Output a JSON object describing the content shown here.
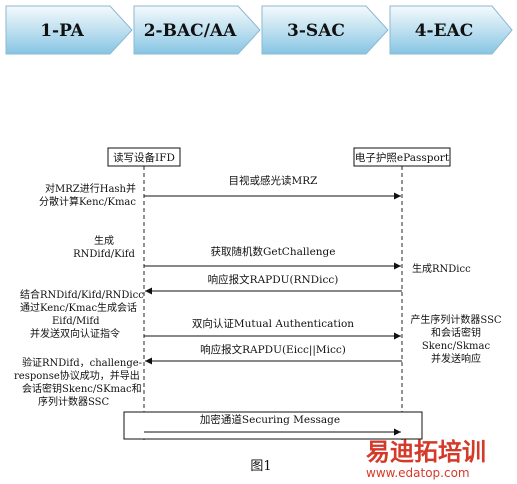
{
  "phases": [
    "1-PA",
    "2-BAC/AA",
    "3-SAC",
    "4-EAC"
  ],
  "colors": {
    "phase_top": "#f4fafd",
    "phase_mid": "#bfe0f0",
    "phase_bottom": "#86c5e3",
    "phase_border": "#8db8cf",
    "line": "#111111",
    "watermark": "#d43a2a"
  },
  "diagram": {
    "participant_left": "读写设备IFD",
    "participant_right": "电子护照ePassport",
    "messages": [
      "目视或感光读MRZ",
      "获取随机数GetChallenge",
      "响应报文RAPDU(RNDicc)",
      "双向认证Mutual Authentication",
      "响应报文RAPDU(Eicc||Micc)"
    ],
    "left_notes": [
      [
        "对MRZ进行Hash并",
        "分散计算Kenc/Kmac"
      ],
      [
        "生成",
        "RNDifd/Kifd"
      ],
      [
        "结合RNDifd/Kifd/RNDicc",
        "通过Kenc/Kmac生成会话",
        "Eifd/Mifd",
        "并发送双向认证指令"
      ],
      [
        "验证RNDifd，challenge-",
        "response协议成功，并导出",
        "会话密钥Skenc/SKmac和",
        "序列计数器SSC"
      ]
    ],
    "right_notes": [
      [
        "生成RNDicc"
      ],
      [
        "产生序列计数器SSC",
        "和会话密钥",
        "Skenc/Skmac",
        "并发送响应"
      ]
    ],
    "secure_channel": "加密通道Securing Message",
    "caption": "图1"
  },
  "watermark": {
    "brand": "易迪拓培训",
    "url": "www.edatop.com"
  }
}
